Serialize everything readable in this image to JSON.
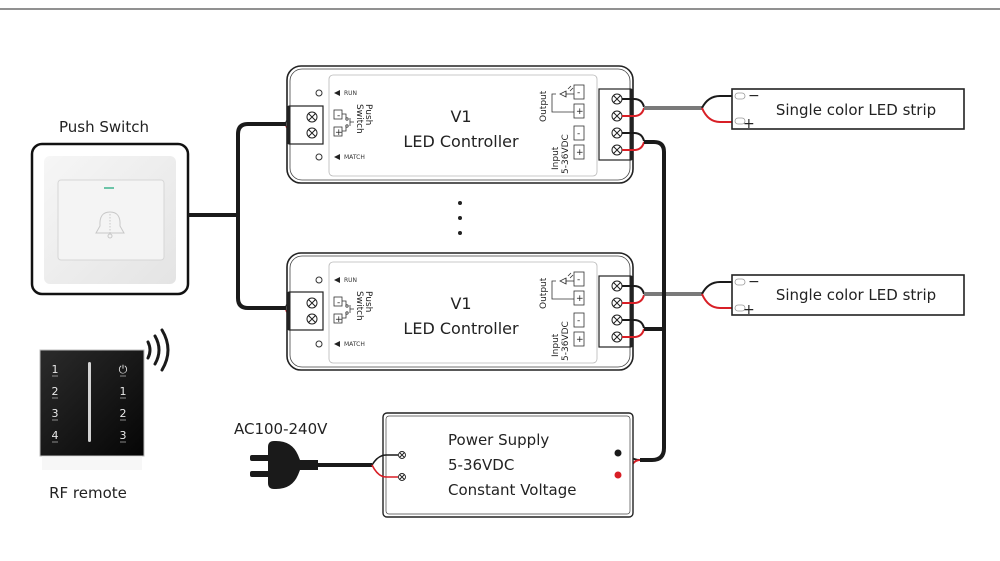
{
  "push_switch": {
    "label": "Push Switch",
    "icon": "bell-icon"
  },
  "rf_remote": {
    "label": "RF remote",
    "left_buttons": [
      "1",
      "2",
      "3",
      "4"
    ],
    "right_buttons": [
      "⏻",
      "1",
      "2",
      "3"
    ],
    "signal_icon": "wireless-signal-icon"
  },
  "controllers": [
    {
      "title": "V1",
      "subtitle": "LED Controller",
      "run_label": "RUN",
      "match_label": "MATCH",
      "push_switch_label_1": "Push",
      "push_switch_label_2": "Switch",
      "output_label": "Output",
      "input_label_1": "Input",
      "input_label_2": "5-36VDC",
      "minus": "-",
      "plus": "+"
    },
    {
      "title": "V1",
      "subtitle": "LED Controller",
      "run_label": "RUN",
      "match_label": "MATCH",
      "push_switch_label_1": "Push",
      "push_switch_label_2": "Switch",
      "output_label": "Output",
      "input_label_1": "Input",
      "input_label_2": "5-36VDC",
      "minus": "-",
      "plus": "+"
    }
  ],
  "ellipsis": "⋮",
  "led_strips": [
    {
      "label": "Single color LED strip",
      "minus": "−",
      "plus": "+"
    },
    {
      "label": "Single color LED strip",
      "minus": "−",
      "plus": "+"
    }
  ],
  "power_supply": {
    "line1": "Power Supply",
    "line2": "5-36VDC",
    "line3": "Constant Voltage"
  },
  "ac_input": {
    "label": "AC100-240V"
  },
  "colors": {
    "wire_black": "#1a1a1a",
    "wire_red": "#d81f26",
    "wire_gray": "#7a7a7a",
    "rule": "#919191",
    "outline": "#222222"
  }
}
